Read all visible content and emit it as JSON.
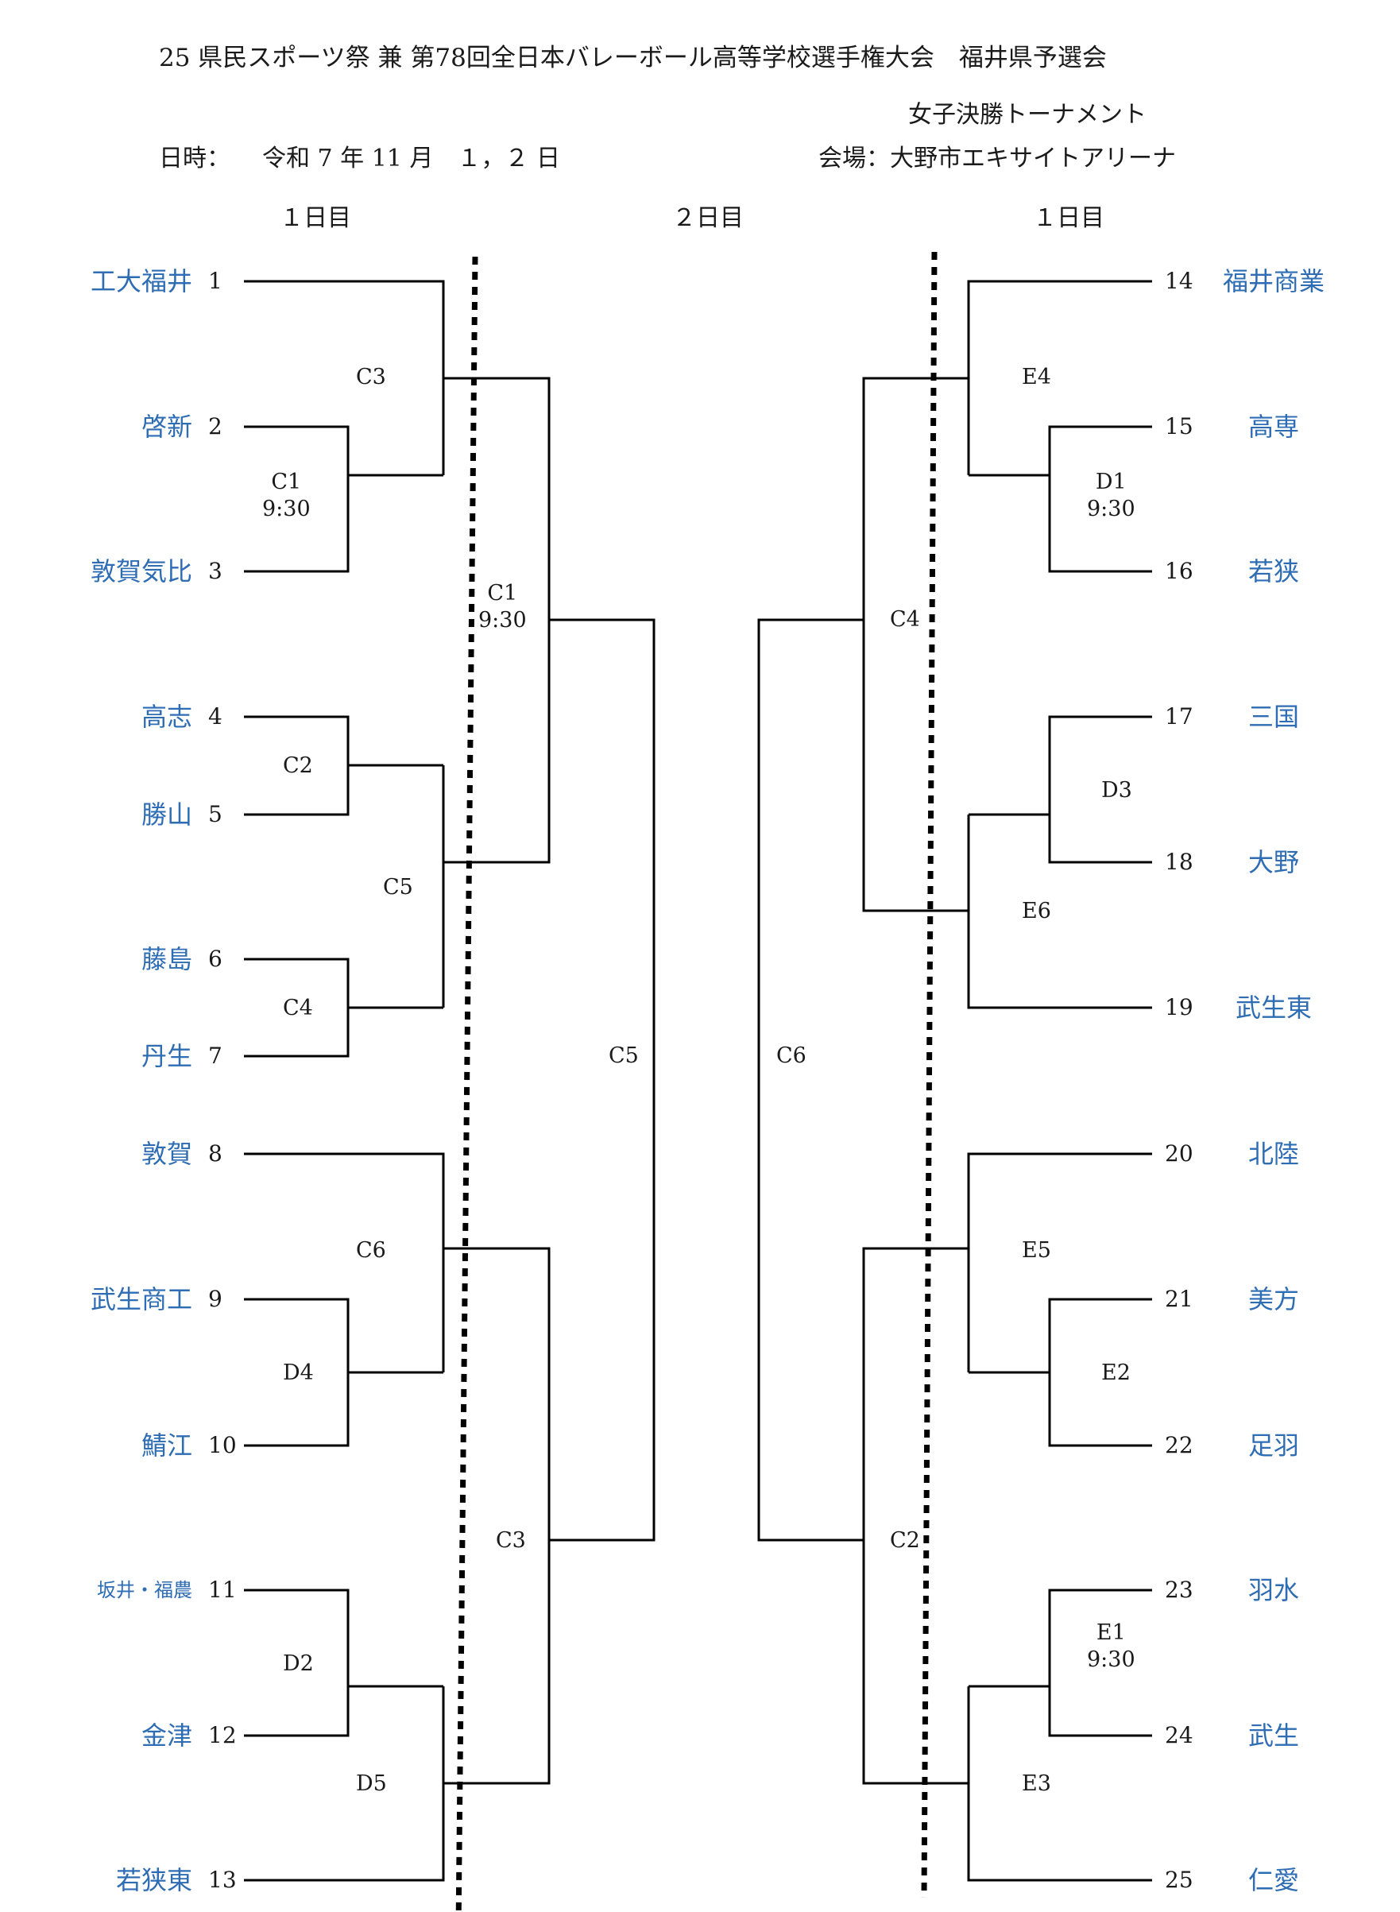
{
  "header": {
    "title": "25 県民スポーツ祭 兼 第78回全日本バレーボール高等学校選手権大会　福井県予選会",
    "subtitle": "女子決勝トーナメント",
    "date_label": "日時：",
    "date_value": "令和 7 年 11 月　１，２ 日",
    "venue": "会場：大野市エキサイトアリーナ",
    "day_left": "１日目",
    "day_center": "２日目",
    "day_right": "１日目"
  },
  "colors": {
    "team": "#2E6DB4",
    "line": "#000000"
  },
  "left_teams": [
    {
      "seed": "1",
      "name": "工大福井"
    },
    {
      "seed": "2",
      "name": "啓新"
    },
    {
      "seed": "3",
      "name": "敦賀気比"
    },
    {
      "seed": "4",
      "name": "高志"
    },
    {
      "seed": "5",
      "name": "勝山"
    },
    {
      "seed": "6",
      "name": "藤島"
    },
    {
      "seed": "7",
      "name": "丹生"
    },
    {
      "seed": "8",
      "name": "敦賀"
    },
    {
      "seed": "9",
      "name": "武生商工"
    },
    {
      "seed": "10",
      "name": "鯖江"
    },
    {
      "seed": "11",
      "name": "坂井・福農"
    },
    {
      "seed": "12",
      "name": "金津"
    },
    {
      "seed": "13",
      "name": "若狭東"
    }
  ],
  "right_teams": [
    {
      "seed": "14",
      "name": "福井商業"
    },
    {
      "seed": "15",
      "name": "高専"
    },
    {
      "seed": "16",
      "name": "若狭"
    },
    {
      "seed": "17",
      "name": "三国"
    },
    {
      "seed": "18",
      "name": "大野"
    },
    {
      "seed": "19",
      "name": "武生東"
    },
    {
      "seed": "20",
      "name": "北陸"
    },
    {
      "seed": "21",
      "name": "美方"
    },
    {
      "seed": "22",
      "name": "足羽"
    },
    {
      "seed": "23",
      "name": "羽水"
    },
    {
      "seed": "24",
      "name": "武生"
    },
    {
      "seed": "25",
      "name": "仁愛"
    }
  ],
  "match_labels": {
    "left_c1": {
      "court": "C1",
      "time": "9:30"
    },
    "left_c3_r2": "C3",
    "left_c2": "C2",
    "left_c4": "C4",
    "left_c5_r2": "C5",
    "left_c6_r2": "C6",
    "left_d4": "D4",
    "left_d2": "D2",
    "left_d5": "D5",
    "left_c1_r3": {
      "court": "C1",
      "time": "9:30"
    },
    "left_c3_r3": "C3",
    "final_c5": "C5",
    "final_c6": "C6",
    "right_c4_r3": "C4",
    "right_c2_r3": "C2",
    "right_e4": "E4",
    "right_d1": {
      "court": "D1",
      "time": "9:30"
    },
    "right_d3": "D3",
    "right_e6": "E6",
    "right_e5": "E5",
    "right_e2": "E2",
    "right_e1": {
      "court": "E1",
      "time": "9:30"
    },
    "right_e3": "E3"
  }
}
